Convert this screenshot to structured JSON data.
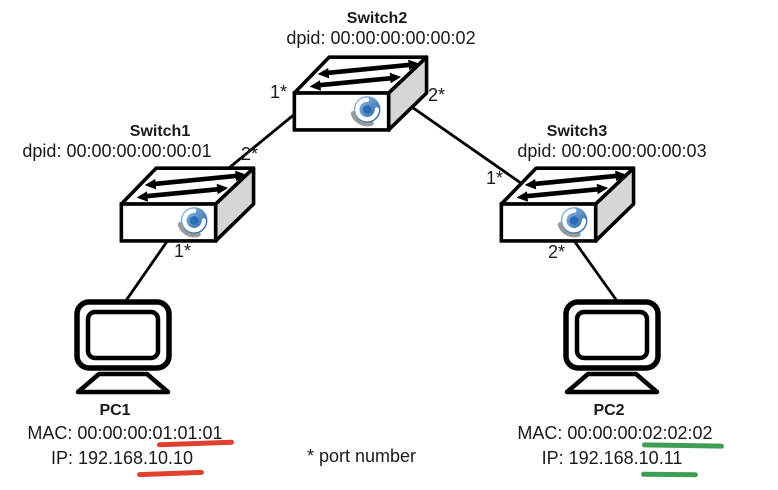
{
  "note": "* port number",
  "colors": {
    "red_underline": "#e0402e",
    "green_underline": "#3f9e54",
    "link_line": "#000000",
    "switch_side_face": "#d6d6d6",
    "swirl_blue": "#2a6cb8"
  },
  "nodes": {
    "switch1": {
      "title": "Switch1",
      "dpid": "dpid: 00:00:00:00:00:01",
      "ports": {
        "p1": "1*",
        "p2": "2*"
      }
    },
    "switch2": {
      "title": "Switch2",
      "dpid": "dpid: 00:00:00:00:00:02",
      "ports": {
        "p1": "1*",
        "p2": "2*"
      }
    },
    "switch3": {
      "title": "Switch3",
      "dpid": "dpid: 00:00:00:00:00:03",
      "ports": {
        "p1": "1*",
        "p2": "2*"
      }
    },
    "pc1": {
      "title": "PC1",
      "mac": "MAC: 00:00:00:01:01:01",
      "ip": "IP: 192.168.10.10"
    },
    "pc2": {
      "title": "PC2",
      "mac": "MAC: 00:00:00:02:02:02",
      "ip": "IP: 192.168.10.11"
    }
  }
}
